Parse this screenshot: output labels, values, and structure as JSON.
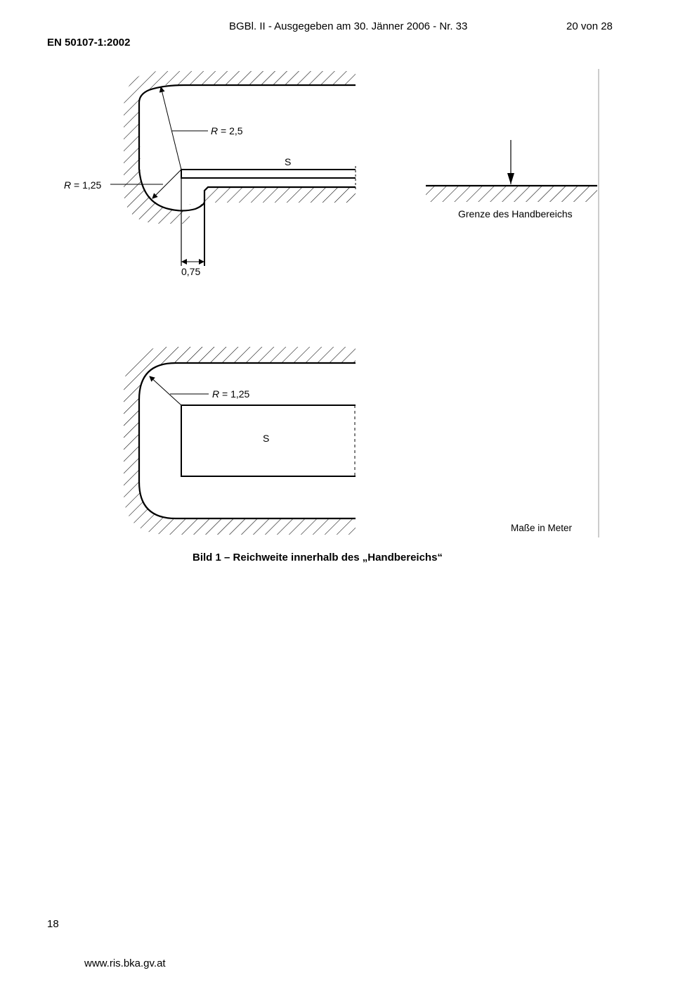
{
  "header": {
    "gazette": "BGBl. II - Ausgegeben am 30. Jänner 2006 - Nr. 33",
    "page_of": "20 von 28",
    "standard": "EN 50107-1:2002"
  },
  "figure": {
    "top_radius_label_R": "R",
    "top_radius_label_value": " = 2,5",
    "left_radius_label_R": "R",
    "left_radius_label_value": " = 1,25",
    "dim_label": "0,75",
    "s_top": "S",
    "boundary_label": "Grenze des Handbereichs",
    "bottom_radius_label_R": "R",
    "bottom_radius_label_value": " = 1,25",
    "s_bottom": "S",
    "units_note": "Maße in Meter",
    "caption": "Bild 1 – Reichweite innerhalb des „Handbereichs“"
  },
  "footer": {
    "page_number": "18",
    "url": "www.ris.bka.gv.at"
  }
}
